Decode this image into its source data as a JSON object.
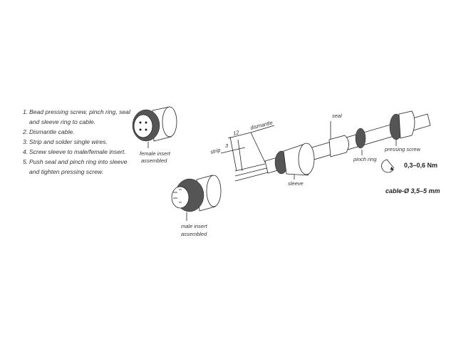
{
  "instructions": [
    {
      "num": "1.",
      "lines": [
        "Bead pressing screw, pinch ring, seal",
        "and sleeve ring to cable."
      ]
    },
    {
      "num": "2.",
      "lines": [
        "Dismantle cable."
      ]
    },
    {
      "num": "3.",
      "lines": [
        "Strip and solder single wires."
      ]
    },
    {
      "num": "4.",
      "lines": [
        "Screw sleeve to male/female insert."
      ]
    },
    {
      "num": "5.",
      "lines": [
        "Push seal and pinch ring into sleeve",
        "and tighten pressing screw."
      ]
    }
  ],
  "labels": {
    "female_insert": [
      "female insert",
      "assembled"
    ],
    "male_insert": [
      "male insert",
      "assembled"
    ],
    "dismantle": "dismantle",
    "dim_12": "12",
    "dim_3": "3",
    "strip": "strip",
    "sleeve": "sleeve",
    "seal": "seal",
    "pinch_ring": "pinch ring",
    "pressing_screw": "pressing screw",
    "torque": "0,3–0,6 Nm",
    "cable": "cable-Ø 3,5–5 mm"
  }
}
